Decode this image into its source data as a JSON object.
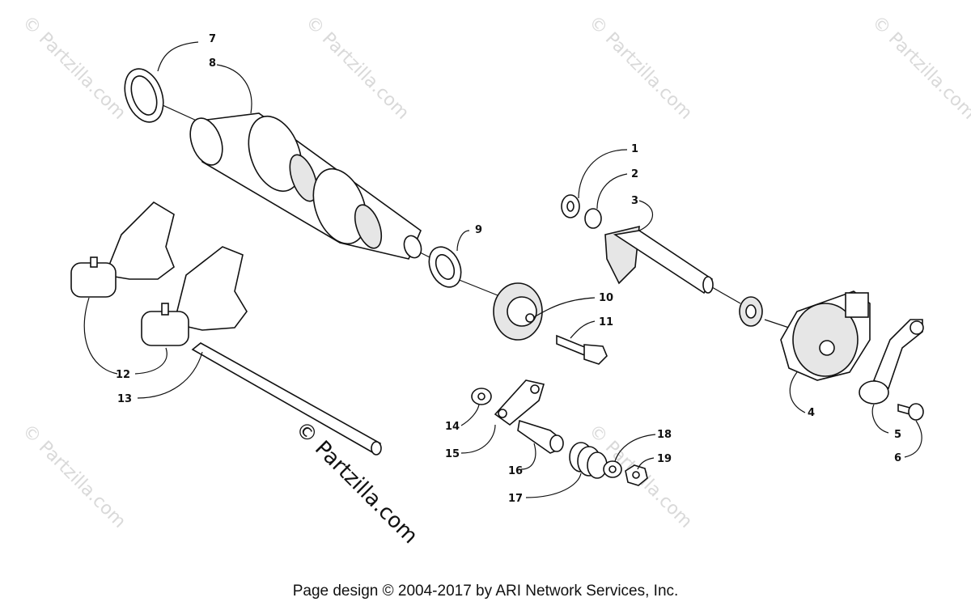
{
  "watermark": "© Partzilla.com",
  "footer_text": "Page design © 2004-2017 by ARI Network Services, Inc.",
  "callouts": [
    "1",
    "2",
    "3",
    "4",
    "5",
    "6",
    "7",
    "8",
    "9",
    "10",
    "11",
    "12",
    "13",
    "14",
    "15",
    "16",
    "17",
    "18",
    "19"
  ]
}
